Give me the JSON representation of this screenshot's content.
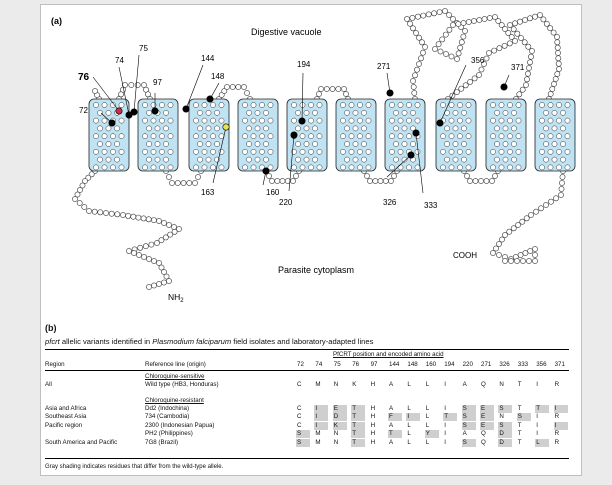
{
  "panel_a": {
    "label": "(a)",
    "top_region": "Digestive vacuole",
    "bottom_region": "Parasite cytoplasm",
    "n_term": "NH",
    "n_term_sub": "2",
    "c_term": "COOH",
    "residue_markers": [
      {
        "label": "76",
        "bold": true
      },
      {
        "label": "74"
      },
      {
        "label": "75"
      },
      {
        "label": "72"
      },
      {
        "label": "97"
      },
      {
        "label": "144"
      },
      {
        "label": "148"
      },
      {
        "label": "163"
      },
      {
        "label": "160"
      },
      {
        "label": "194"
      },
      {
        "label": "220"
      },
      {
        "label": "271"
      },
      {
        "label": "326"
      },
      {
        "label": "333"
      },
      {
        "label": "356"
      },
      {
        "label": "371"
      }
    ],
    "helix_count": 10,
    "colors": {
      "helix_fill": "#bfe3f2",
      "helix_stroke": "#222222",
      "mutant": "#000000",
      "k76": "#c8304a",
      "a163": "#e8e24a"
    }
  },
  "panel_b": {
    "label": "(b)",
    "title_pre": "pfcrt",
    "title_mid": " allelic variants identified in ",
    "title_species": "Plasmodium falciparum",
    "title_post": " field isolates and laboratory-adapted lines",
    "header_group": "PfCRT position and encoded amino acid",
    "col_region": "Region",
    "col_ref": "Reference line (origin)",
    "positions": [
      "72",
      "74",
      "75",
      "76",
      "97",
      "144",
      "148",
      "160",
      "194",
      "220",
      "271",
      "326",
      "333",
      "356",
      "371"
    ],
    "groups": [
      {
        "heading": "Chloroquine-sensitive",
        "region": "All",
        "rows": [
          {
            "region": "All",
            "ref": "Wild type (HB3, Honduras)",
            "aa": [
              "C",
              "M",
              "N",
              "K",
              "H",
              "A",
              "L",
              "L",
              "I",
              "A",
              "Q",
              "N",
              "T",
              "I",
              "R"
            ],
            "diff": []
          }
        ]
      },
      {
        "heading": "Chloroquine-resistant",
        "region": "",
        "rows": [
          {
            "region": "Asia and Africa",
            "ref": "Dd2 (Indochina)",
            "aa": [
              "C",
              "I",
              "E",
              "T",
              "H",
              "A",
              "L",
              "L",
              "I",
              "S",
              "E",
              "S",
              "T",
              "T",
              "I"
            ],
            "diff": [
              1,
              2,
              3,
              9,
              10,
              11,
              13,
              14
            ]
          },
          {
            "region": "Southeast Asia",
            "ref": "734 (Cambodia)",
            "aa": [
              "C",
              "I",
              "D",
              "T",
              "H",
              "F",
              "I",
              "L",
              "T",
              "S",
              "E",
              "N",
              "S",
              "I",
              "R"
            ],
            "diff": [
              1,
              2,
              3,
              5,
              6,
              8,
              9,
              10,
              12
            ]
          },
          {
            "region": "Pacific region",
            "ref": "2300 (Indonesian Papua)",
            "aa": [
              "C",
              "I",
              "K",
              "T",
              "H",
              "A",
              "L",
              "L",
              "I",
              "S",
              "E",
              "S",
              "T",
              "I",
              "I"
            ],
            "diff": [
              1,
              2,
              3,
              9,
              10,
              11,
              14
            ]
          },
          {
            "region": "",
            "ref": "PH2 (Philippines)",
            "aa": [
              "S",
              "M",
              "N",
              "T",
              "H",
              "T",
              "L",
              "Y",
              "I",
              "A",
              "Q",
              "D",
              "T",
              "I",
              "R"
            ],
            "diff": [
              0,
              3,
              5,
              7,
              11
            ]
          },
          {
            "region": "South America and Pacific",
            "ref": "7G8 (Brazil)",
            "aa": [
              "S",
              "M",
              "N",
              "T",
              "H",
              "A",
              "L",
              "L",
              "I",
              "S",
              "Q",
              "D",
              "T",
              "L",
              "R"
            ],
            "diff": [
              0,
              3,
              9,
              11,
              13
            ]
          }
        ]
      }
    ],
    "footnote": "Gray shading indicates residues that differ from the wild-type allele."
  }
}
